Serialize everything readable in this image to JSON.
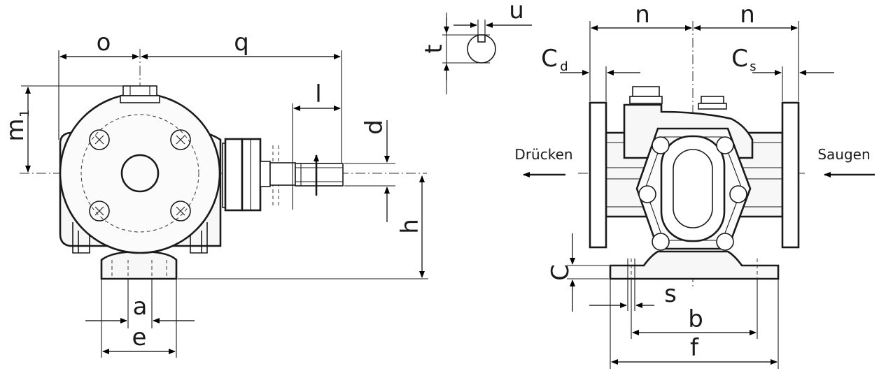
{
  "dimension_labels": {
    "o": "o",
    "q": "q",
    "m1_main": "m",
    "m1_sub": "1",
    "l": "l",
    "d": "d",
    "h": "h",
    "a": "a",
    "e": "e",
    "u": "u",
    "t": "t",
    "n_left": "n",
    "n_right": "n",
    "cd_main": "C",
    "cd_sub": "d",
    "cs_main": "C",
    "cs_sub": "s",
    "c": "C",
    "s": "s",
    "b": "b",
    "f": "f"
  },
  "flow_labels": {
    "outlet": "Drücken",
    "inlet": "Saugen"
  }
}
